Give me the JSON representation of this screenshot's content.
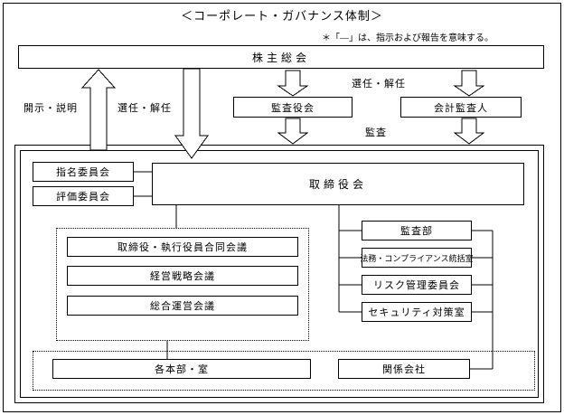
{
  "title": "＜コーポレート・ガバナンス体制＞",
  "legend_note": "＊「―」は、指示および報告を意味する。",
  "nodes": {
    "shareholders": "株主総会",
    "audit_board": "監査役会",
    "accounting_auditor": "会計監査人",
    "nomination_committee": "指名委員会",
    "evaluation_committee": "評価委員会",
    "board_of_directors": "取締役会",
    "joint_meeting": "取締役・執行役員合同会議",
    "strategy_meeting": "経営戦略会議",
    "operation_meeting": "総合運営会議",
    "audit_department": "監査部",
    "legal_compliance": "法務・コンプライアンス統括室",
    "risk_committee": "リスク管理委員会",
    "security_office": "セキュリティ対策室",
    "divisions": "各本部・室",
    "affiliates": "関係会社"
  },
  "labels": {
    "disclosure": "開示・説明",
    "appointment_left": "選任・解任",
    "appointment_top": "選任・解任",
    "audit": "監査"
  },
  "colors": {
    "line": "#000000",
    "background": "#ffffff"
  }
}
